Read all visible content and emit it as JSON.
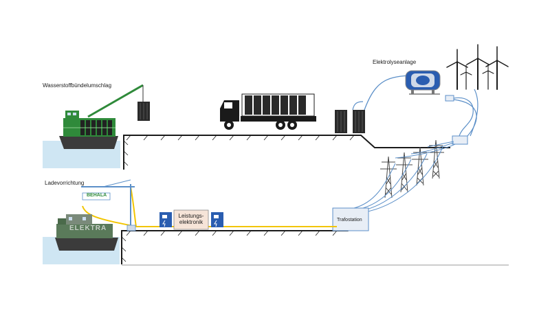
{
  "labels": {
    "top_left": "Wasserstoffbündelumschlag",
    "bottom_left": "Ladevorrichtung",
    "electrolysis": "Elektrolyseanlage",
    "power_electronics_line1": "Leistungs-",
    "power_electronics_line2": "elektronik",
    "substation": "Trafostation",
    "crane_sign": "BEHALA",
    "ship_name": "ELEKTRA"
  },
  "colors": {
    "water": "#cfe6f3",
    "ship_green": "#2f8a3a",
    "ship_hull": "#3b3b3b",
    "ground": "#1a1a1a",
    "charging_cable": "#f2c500",
    "power_line": "#5b8fc8",
    "charger_blue": "#2a5db0"
  },
  "icons": [
    "hydrogen-bundle-icon",
    "truck-icon",
    "wind-turbine-icon",
    "power-pylon-icon",
    "charging-station-icon",
    "electrolyser-icon",
    "crane-icon",
    "ship-icon"
  ]
}
